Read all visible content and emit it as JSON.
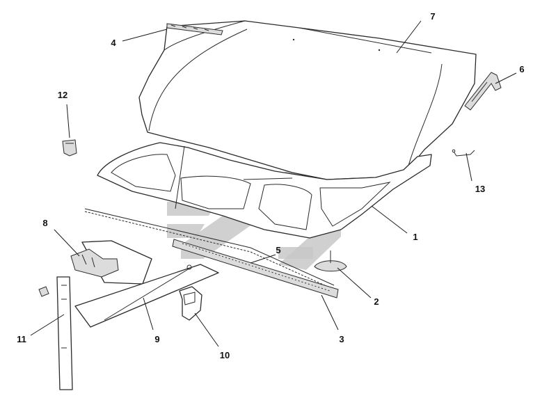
{
  "callouts": [
    {
      "id": "1",
      "text": "1"
    },
    {
      "id": "2",
      "text": "2"
    },
    {
      "id": "3",
      "text": "3"
    },
    {
      "id": "4",
      "text": "4"
    },
    {
      "id": "5",
      "text": "5"
    },
    {
      "id": "6",
      "text": "6"
    },
    {
      "id": "7",
      "text": "7"
    },
    {
      "id": "8",
      "text": "8"
    },
    {
      "id": "9",
      "text": "9"
    },
    {
      "id": "10",
      "text": "10"
    },
    {
      "id": "11",
      "text": "11"
    },
    {
      "id": "12",
      "text": "12"
    },
    {
      "id": "13",
      "text": "13"
    }
  ],
  "colors": {
    "line": "#2a2a2a",
    "watermark": "#c8c8c8",
    "background": "#ffffff"
  }
}
